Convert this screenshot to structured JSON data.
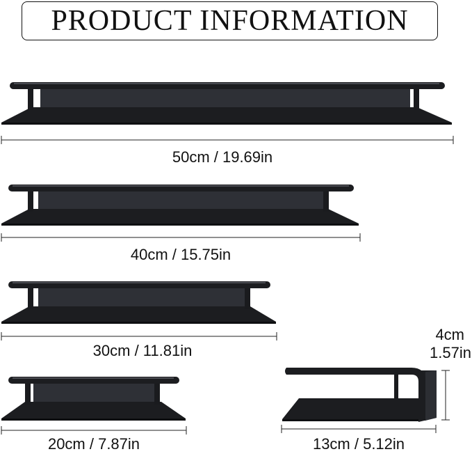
{
  "title": "PRODUCT INFORMATION",
  "shelves": [
    {
      "size_label": "50cm / 19.69in"
    },
    {
      "size_label": "40cm / 15.75in"
    },
    {
      "size_label": "30cm / 11.81in"
    },
    {
      "size_label": "20cm / 7.87in"
    }
  ],
  "side_view": {
    "depth_label": "13cm / 5.12in",
    "height_cm": "4cm",
    "height_in": "1.57in"
  },
  "colors": {
    "shelf_dark": "#1c1d20",
    "shelf_back": "#2e3036",
    "shelf_top": "#3a3c42",
    "line": "#222222"
  }
}
